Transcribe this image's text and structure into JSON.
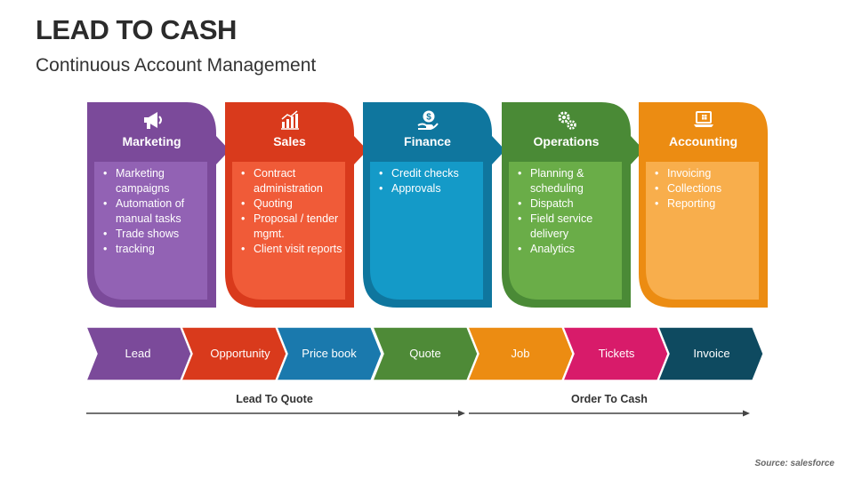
{
  "title": "LEAD TO CASH",
  "subtitle": "Continuous Account Management",
  "stages": [
    {
      "name": "Marketing",
      "icon": "megaphone-icon",
      "color": "#7b4a9a",
      "light": "#9262b4",
      "items": [
        "Marketing campaigns",
        "Automation of manual tasks",
        "Trade shows",
        "tracking"
      ]
    },
    {
      "name": "Sales",
      "icon": "bar-chart-icon",
      "color": "#d93a1c",
      "light": "#f05b38",
      "items": [
        "Contract administration",
        "Quoting",
        "Proposal / tender mgmt.",
        "Client visit reports"
      ]
    },
    {
      "name": "Finance",
      "icon": "money-hand-icon",
      "color": "#0f769e",
      "light": "#149ac8",
      "items": [
        "Credit checks",
        "Approvals"
      ]
    },
    {
      "name": "Operations",
      "icon": "gears-icon",
      "color": "#4a8a36",
      "light": "#6aad48",
      "items": [
        "Planning & scheduling",
        "Dispatch",
        "Field service delivery",
        "Analytics"
      ]
    },
    {
      "name": "Accounting",
      "icon": "laptop-icon",
      "color": "#ec8c12",
      "light": "#f8ae4c",
      "items": [
        "Invoicing",
        "Collections",
        "Reporting"
      ]
    }
  ],
  "process_steps": [
    {
      "label": "Lead",
      "color": "#7b4a9a"
    },
    {
      "label": "Opportunity",
      "color": "#d93a1c"
    },
    {
      "label": "Price book",
      "color": "#1a79ad"
    },
    {
      "label": "Quote",
      "color": "#4e8a37"
    },
    {
      "label": "Job",
      "color": "#ec8c12"
    },
    {
      "label": "Tickets",
      "color": "#d81b6a"
    },
    {
      "label": "Invoice",
      "color": "#0e4a60"
    }
  ],
  "phases": [
    {
      "label": "Lead To Quote"
    },
    {
      "label": "Order To Cash"
    }
  ],
  "source": "Source: salesforce"
}
